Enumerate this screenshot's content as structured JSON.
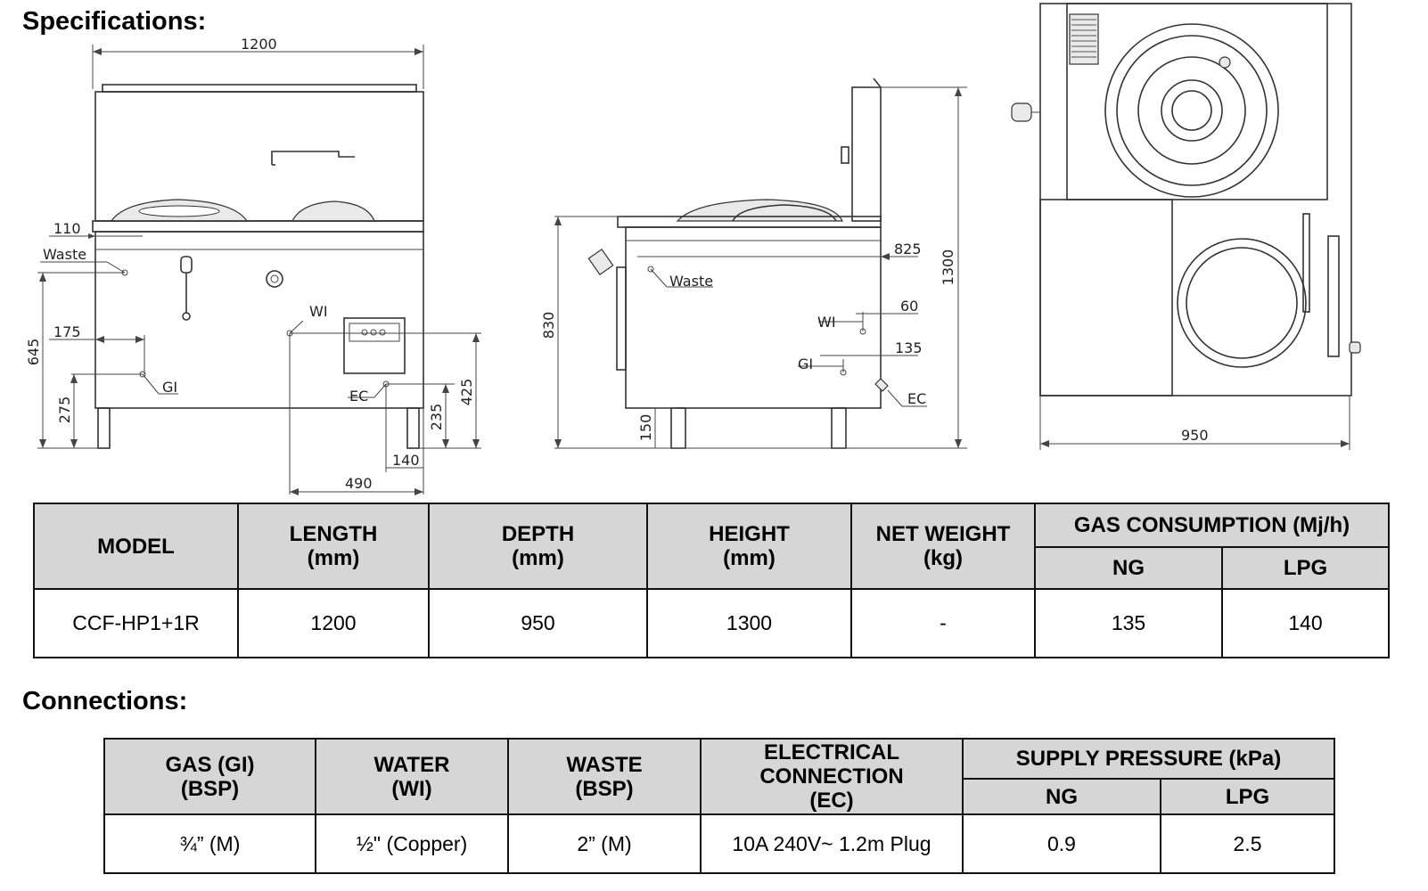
{
  "headings": {
    "specifications": "Specifications:",
    "connections": "Connections:"
  },
  "drawing_labels": {
    "front": {
      "width": "1200",
      "inset": "110",
      "waste": "Waste",
      "waste_height": "645",
      "gi_offset": "175",
      "gi_height": "275",
      "gi": "GI",
      "wi": "WI",
      "ec": "EC",
      "wi_height": "425",
      "ec_height": "235",
      "ec_offset": "140",
      "wi_offset": "490"
    },
    "side": {
      "waste": "Waste",
      "total_height": "1300",
      "depth_offset": "825",
      "wi": "WI",
      "wi_offset": "60",
      "gi": "GI",
      "gi_offset": "135",
      "ec": "EC",
      "bench_height": "830",
      "leg_height": "150"
    },
    "top": {
      "depth": "950"
    }
  },
  "spec_table": {
    "headers": {
      "model": "MODEL",
      "length": "LENGTH",
      "length_unit": "(mm)",
      "depth": "DEPTH",
      "depth_unit": "(mm)",
      "height": "HEIGHT",
      "height_unit": "(mm)",
      "weight": "NET WEIGHT",
      "weight_unit": "(kg)",
      "gas": "GAS CONSUMPTION (Mj/h)",
      "ng": "NG",
      "lpg": "LPG"
    },
    "row": {
      "model": "CCF-HP1+1R",
      "length": "1200",
      "depth": "950",
      "height": "1300",
      "weight": "-",
      "ng": "135",
      "lpg": "140"
    }
  },
  "connections_table": {
    "headers": {
      "gas": "GAS (GI)",
      "gas_unit": "(BSP)",
      "water": "WATER",
      "water_unit": "(WI)",
      "waste": "WASTE",
      "waste_unit": "(BSP)",
      "elec_1": "ELECTRICAL",
      "elec_2": "CONNECTION",
      "elec_3": "(EC)",
      "pressure": "SUPPLY PRESSURE (kPa)",
      "ng": "NG",
      "lpg": "LPG"
    },
    "row": {
      "gas": "¾” (M)",
      "water": "½\" (Copper)",
      "waste": "2” (M)",
      "electrical": "10A 240V~ 1.2m Plug",
      "ng": "0.9",
      "lpg": "2.5"
    }
  }
}
